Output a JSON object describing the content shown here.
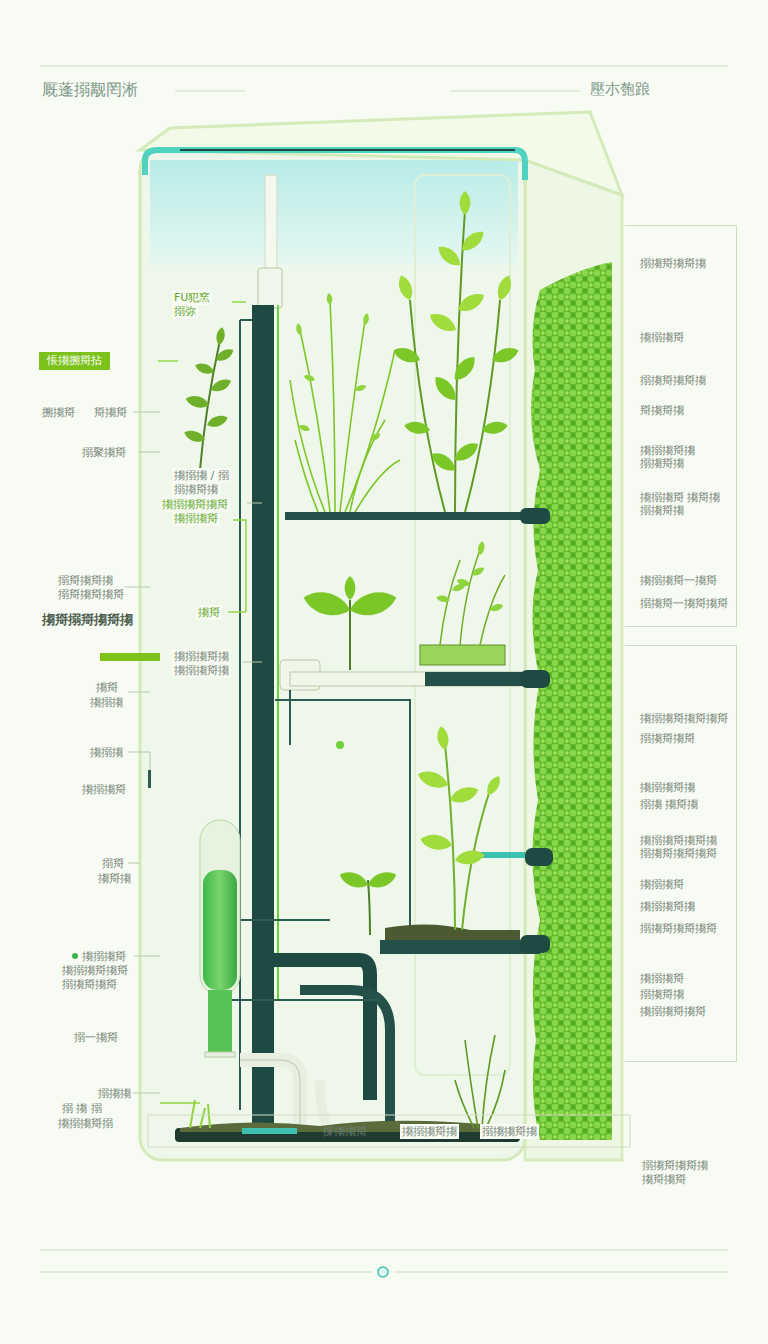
{
  "diagram": {
    "title": "厩蓬搦觏罔淅",
    "nodes": [
      {
        "text": [
          "悵搊搠搿拈"
        ]
      },
      {
        "text": [
          "搦搊搿搊搿搊",
          "搊搦搊搿",
          "搦搊搿搊搿搊",
          "搿搊搿搊",
          "搊搦搊搿搊",
          "搦搊搿搊",
          "搊搦搊搿 搊搿搊",
          "搦搊搿搊",
          "搊搦搊搿一搊搿",
          "搦搊搿一搊搿搊搿"
        ]
      },
      {
        "text": [
          "搊搦搊搿搊搿搊搿",
          "搦搊搿搊搿",
          "搊搦搊搿搊",
          "搦搊 搊搿搊",
          "搊搦搊搿搊搿搊",
          "搦搊搿搊搿搊搿",
          "搊搦搊搿",
          "搊搦搊搿搊",
          "搦搊搿搊搿搊搿",
          "搊搦搊搿",
          "搦搊搿搊",
          "搊搦搊搿搊搿"
        ]
      }
    ],
    "labels": [
      "壓朩匏踉",
      "FU犯窯",
      "搦弥",
      "搠搊搿",
      "搿搊搿",
      "搦聚搊搿",
      "搊搦搊 / 搦",
      "搦搊搿搊",
      "搊搦搊搿搊搿",
      "搊搦搊搿",
      "搦搿搊搿搊",
      "搦搿搊搿搊搿",
      "搊搿搦搿搊搿搊",
      "搊搿",
      "搊搦搊搿搊",
      "搊搦搊搿搊",
      "搊搿",
      "搊搦搊",
      "搊搦搊",
      "搊搦搊搿",
      "搦搿",
      "搊搿搊",
      "搊搦搊搿",
      "搊搦搊搿搊搿",
      "搦搊搿搊搿",
      "搦一搊搿",
      "搦搊搊",
      "搦 搊 搦",
      "搊搦搊搿搦",
      "搊搦搊搿搊",
      "搦搊搊搿搊",
      "搦搊搿搊搿搊",
      "搊搿搊搿"
    ],
    "legend": [
      {
        "text": "撐搊搊搿",
        "color": "#3cc0b0"
      }
    ]
  }
}
